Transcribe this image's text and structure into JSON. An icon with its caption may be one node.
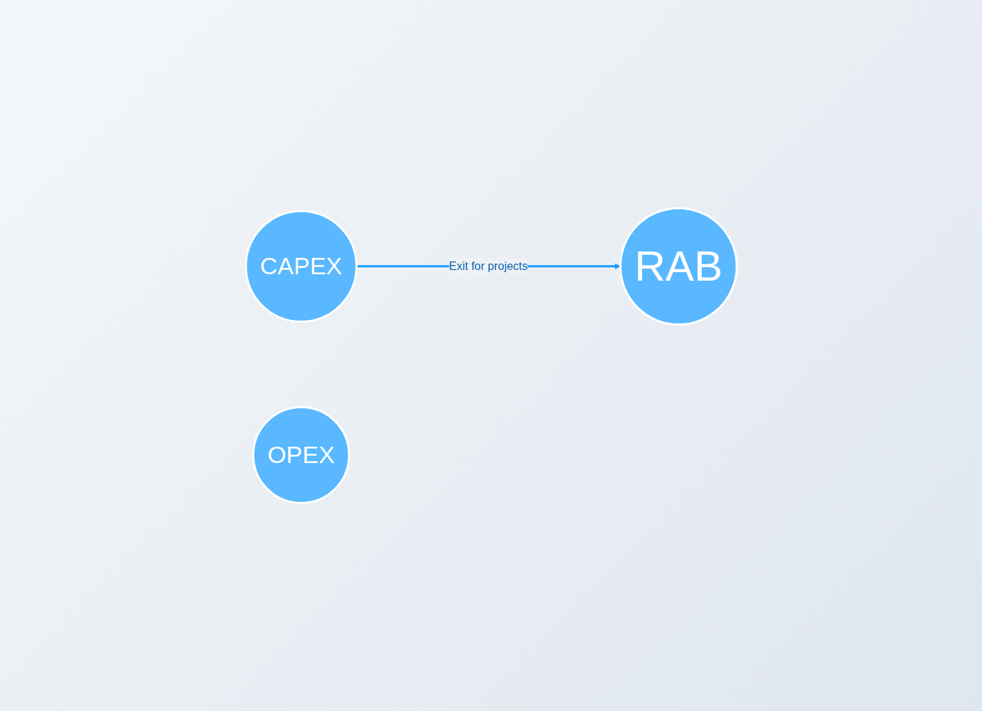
{
  "diagram": {
    "nodes": [
      {
        "text": [
          "CAPEX"
        ]
      },
      {
        "text": [
          "OPEX"
        ]
      },
      {
        "text": [
          "RAB"
        ]
      }
    ],
    "edges": [
      {
        "from": 0,
        "to": 2,
        "arrow": "to",
        "label": "Exit for projects",
        "color": "#1a9bff"
      }
    ]
  }
}
